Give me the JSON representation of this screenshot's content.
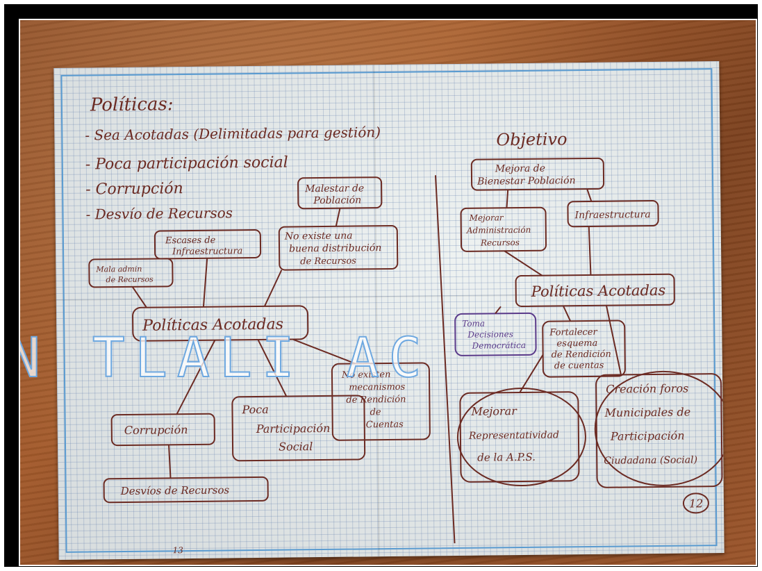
{
  "watermark": "N TLALI AC",
  "page_number": "12",
  "page_number_bottom": "13",
  "politicas_list": {
    "title": "Políticas:",
    "items": [
      "- Sea Acotadas (Delimitadas para gestión)",
      "- Poca participación social",
      "- Corrupción",
      "- Desvío de Recursos"
    ]
  },
  "problem_tree": {
    "malestar": [
      "Malestar de",
      "Población"
    ],
    "escases": [
      "Escases de",
      "Infraestructura"
    ],
    "no_existe": [
      "No existe una",
      "buena distribución",
      "de Recursos"
    ],
    "mala_admin": [
      "Mala admin",
      "de Recursos"
    ],
    "center": "Políticas Acotadas",
    "no_existen_mecanismos": [
      "No existen",
      "mecanismos",
      "de Rendición",
      "de",
      "Cuentas"
    ],
    "corrupcion": "Corrupción",
    "poca_participacion": [
      "Poca",
      "Participación",
      "Social"
    ],
    "desvios": "Desvíos de Recursos"
  },
  "objective_tree": {
    "title": "Objetivo",
    "mejora": [
      "Mejora de",
      "Bienestar Población"
    ],
    "mejorar_admin": [
      "Mejorar",
      "Administración",
      "Recursos"
    ],
    "infraestructura": "Infraestructura",
    "center": "Políticas Acotadas",
    "toma_decisiones": [
      "Toma",
      "Decisiones",
      "Democrática"
    ],
    "fortalecer": [
      "Fortalecer",
      "esquema",
      "de Rendición",
      "de cuentas"
    ],
    "mejorar_repr": [
      "Mejorar",
      "Representatividad",
      "de la A.P.S."
    ],
    "creacion": [
      "Creación foros",
      "Municipales de",
      "Participación",
      "Ciudadana (Social)"
    ]
  }
}
